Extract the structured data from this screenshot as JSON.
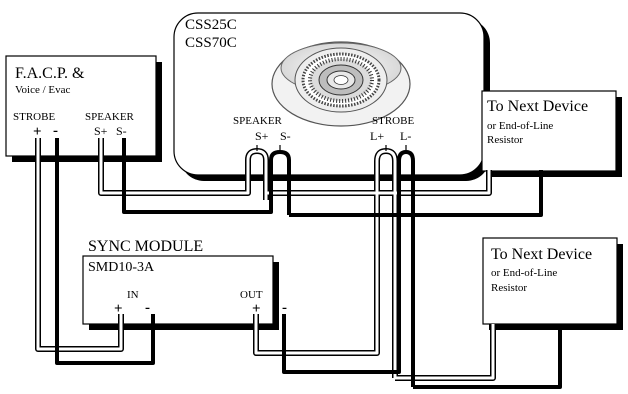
{
  "facp": {
    "title": "F.A.C.P. &",
    "subtitle": "Voice / Evac",
    "strobe_label": "STROBE",
    "speaker_label": "SPEAKER",
    "strobe_plus": "+",
    "strobe_minus": "-",
    "speaker_plus": "S+",
    "speaker_minus": "S-"
  },
  "device": {
    "model_a": "CSS25C",
    "model_b": "CSS70C",
    "speaker_label": "SPEAKER",
    "strobe_label": "STROBE",
    "speaker_plus": "S+",
    "speaker_minus": "S-",
    "strobe_plus": "L+",
    "strobe_minus": "L-"
  },
  "next_device_top": {
    "title": "To Next Device",
    "line2": "or End-of-Line",
    "line3": "Resistor"
  },
  "next_device_bottom": {
    "title": "To Next Device",
    "line2": "or End-of-Line",
    "line3": "Resistor"
  },
  "sync_module": {
    "heading": "SYNC MODULE",
    "model": "SMD10-3A",
    "in_label": "IN",
    "out_label": "OUT",
    "in_plus": "+",
    "in_minus": "-",
    "out_plus": "+",
    "out_minus": "-"
  }
}
